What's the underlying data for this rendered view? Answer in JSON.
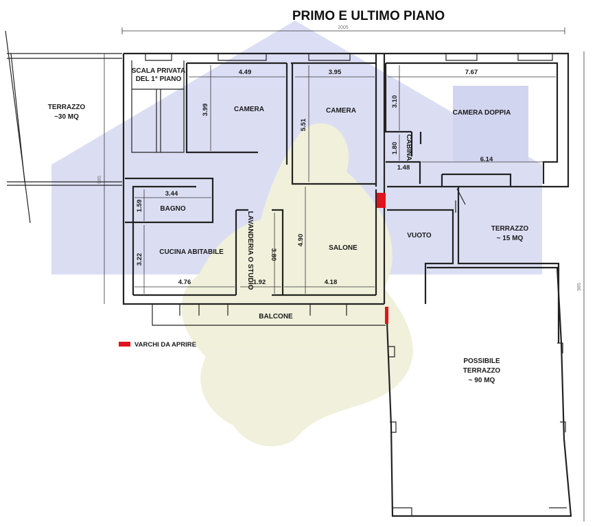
{
  "title": "PRIMO E ULTIMO PIANO",
  "overall_dims": {
    "top": "2005",
    "right": "985",
    "far_right": "985"
  },
  "rooms": {
    "terrazzo_left": {
      "line1": "TERRAZZO",
      "line2": "~30 MQ"
    },
    "scala": {
      "line1": "SCALA PRIVATA",
      "line2": "DEL 1° PIANO"
    },
    "camera_1": "CAMERA",
    "camera_2": "CAMERA",
    "camera_doppia": "CAMERA DOPPIA",
    "cabina": "CABINA",
    "bagno": "BAGNO",
    "cucina": "CUCINA ABITABILE",
    "lavanderia": "LAVANDERIA O STUDIO",
    "salone": "SALONE",
    "vuoto": "VUOTO",
    "terrazzo_15": {
      "line1": "TERRAZZO",
      "line2": "~ 15 MQ"
    },
    "possibile_terrazzo": {
      "line1": "POSSIBILE",
      "line2": "TERRAZZO",
      "line3": "~ 90 MQ"
    },
    "balcone": "BALCONE"
  },
  "dimensions": {
    "camera1_w": "4.49",
    "camera1_h": "3.99",
    "camera2_w": "3.95",
    "camera2_h": "5.51",
    "camera_doppia_w": "7.67",
    "camera_doppia_h": "3.10",
    "cabina_h": "1.80",
    "cabina_w": "1.48",
    "corridor_w": "6.14",
    "bagno_w": "3.44",
    "bagno_h": "1.59",
    "cucina_h": "3.22",
    "cucina_w": "4.76",
    "lavanderia_h": "3.80",
    "lavanderia_w": "1.92",
    "salone_h": "4.90",
    "salone_w": "4.18"
  },
  "legend": {
    "label": "VARCHI DA APRIRE",
    "color": "#e0141e"
  },
  "colors": {
    "watermark_fill": "#c9cdee",
    "watermark_accent": "#f2e7b8",
    "walls": "#222222"
  }
}
